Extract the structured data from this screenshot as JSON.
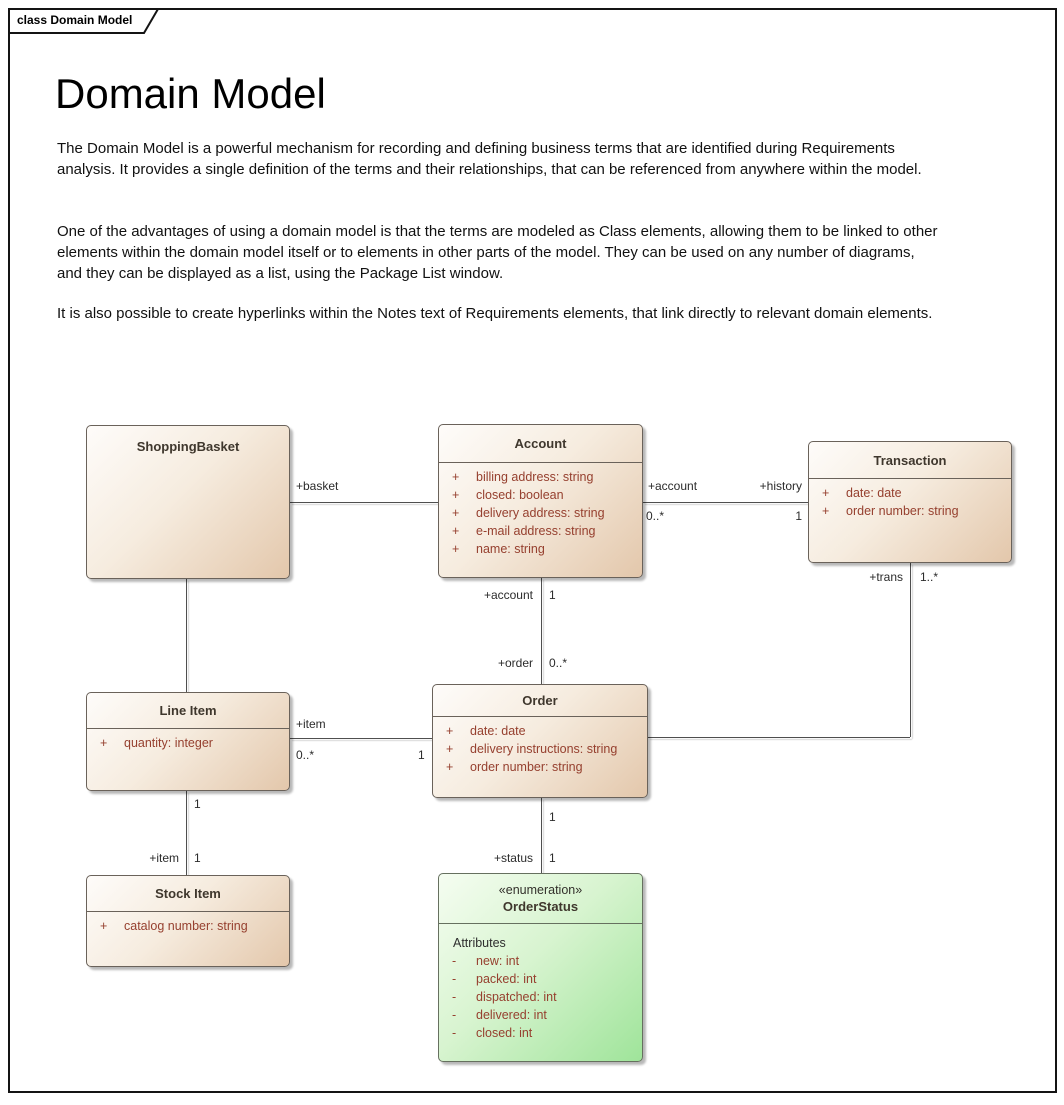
{
  "frame_label": "class Domain Model",
  "page": {
    "title": "Domain Model",
    "paragraphs": [
      "The Domain Model is a powerful mechanism for recording and defining business terms that are identified during Requirements analysis.  It provides a single definition of the terms and their relationships, that can be referenced from anywhere within the model.",
      "One of the advantages of using a domain model is that the terms are modeled as Class elements, allowing them to be linked to other elements within the domain model itself or to elements in other parts of the model.  They can be used on any number of diagrams, and they can be displayed as a list, using the Package List window.",
      "It is also possible to create hyperlinks within the Notes text of Requirements elements, that link directly to relevant domain elements."
    ]
  },
  "colors": {
    "class_fill_start": "#fefcfa",
    "class_fill_end": "#e3c7ab",
    "enum_fill_start": "#f5fdf1",
    "enum_fill_end": "#9fe49a",
    "box_border": "#6a625a",
    "attribute_text": "#96402f",
    "connector_line": "#4f4f4f",
    "frame_border": "#141414"
  },
  "classes": {
    "shopping_basket": {
      "name": "ShoppingBasket",
      "attributes": []
    },
    "account": {
      "name": "Account",
      "attributes": [
        {
          "vis": "+",
          "text": "billing address: string"
        },
        {
          "vis": "+",
          "text": "closed: boolean"
        },
        {
          "vis": "+",
          "text": "delivery address: string"
        },
        {
          "vis": "+",
          "text": "e-mail address: string"
        },
        {
          "vis": "+",
          "text": "name: string"
        }
      ]
    },
    "transaction": {
      "name": "Transaction",
      "attributes": [
        {
          "vis": "+",
          "text": "date: date"
        },
        {
          "vis": "+",
          "text": "order number: string"
        }
      ]
    },
    "line_item": {
      "name": "Line Item",
      "attributes": [
        {
          "vis": "+",
          "text": "quantity: integer"
        }
      ]
    },
    "order": {
      "name": "Order",
      "attributes": [
        {
          "vis": "+",
          "text": "date: date"
        },
        {
          "vis": "+",
          "text": "delivery instructions: string"
        },
        {
          "vis": "+",
          "text": "order number: string"
        }
      ]
    },
    "stock_item": {
      "name": "Stock Item",
      "attributes": [
        {
          "vis": "+",
          "text": "catalog number: string"
        }
      ]
    },
    "order_status": {
      "stereotype": "«enumeration»",
      "name": "OrderStatus",
      "section_label": "Attributes",
      "attributes": [
        {
          "vis": "-",
          "text": "new: int"
        },
        {
          "vis": "-",
          "text": "packed: int"
        },
        {
          "vis": "-",
          "text": "dispatched: int"
        },
        {
          "vis": "-",
          "text": "delivered: int"
        },
        {
          "vis": "-",
          "text": "closed: int"
        }
      ]
    }
  },
  "connectors": {
    "shoppingbasket_account": {
      "role_source": "+basket"
    },
    "account_transaction": {
      "role_source": "+account",
      "mult_source": "0..*",
      "role_target": "+history",
      "mult_target": "1"
    },
    "account_order": {
      "role_source": "+account",
      "mult_source": "1",
      "role_target": "+order",
      "mult_target": "0..*"
    },
    "lineitem_order": {
      "role_source": "+item",
      "mult_source": "0..*",
      "mult_target": "1"
    },
    "lineitem_stockitem": {
      "mult_source": "1",
      "role_target": "+item",
      "mult_target": "1"
    },
    "order_orderstatus": {
      "mult_source": "1",
      "role_target": "+status",
      "mult_target": "1"
    },
    "transaction_order": {
      "role_source": "+trans",
      "mult_source": "1..*"
    }
  }
}
